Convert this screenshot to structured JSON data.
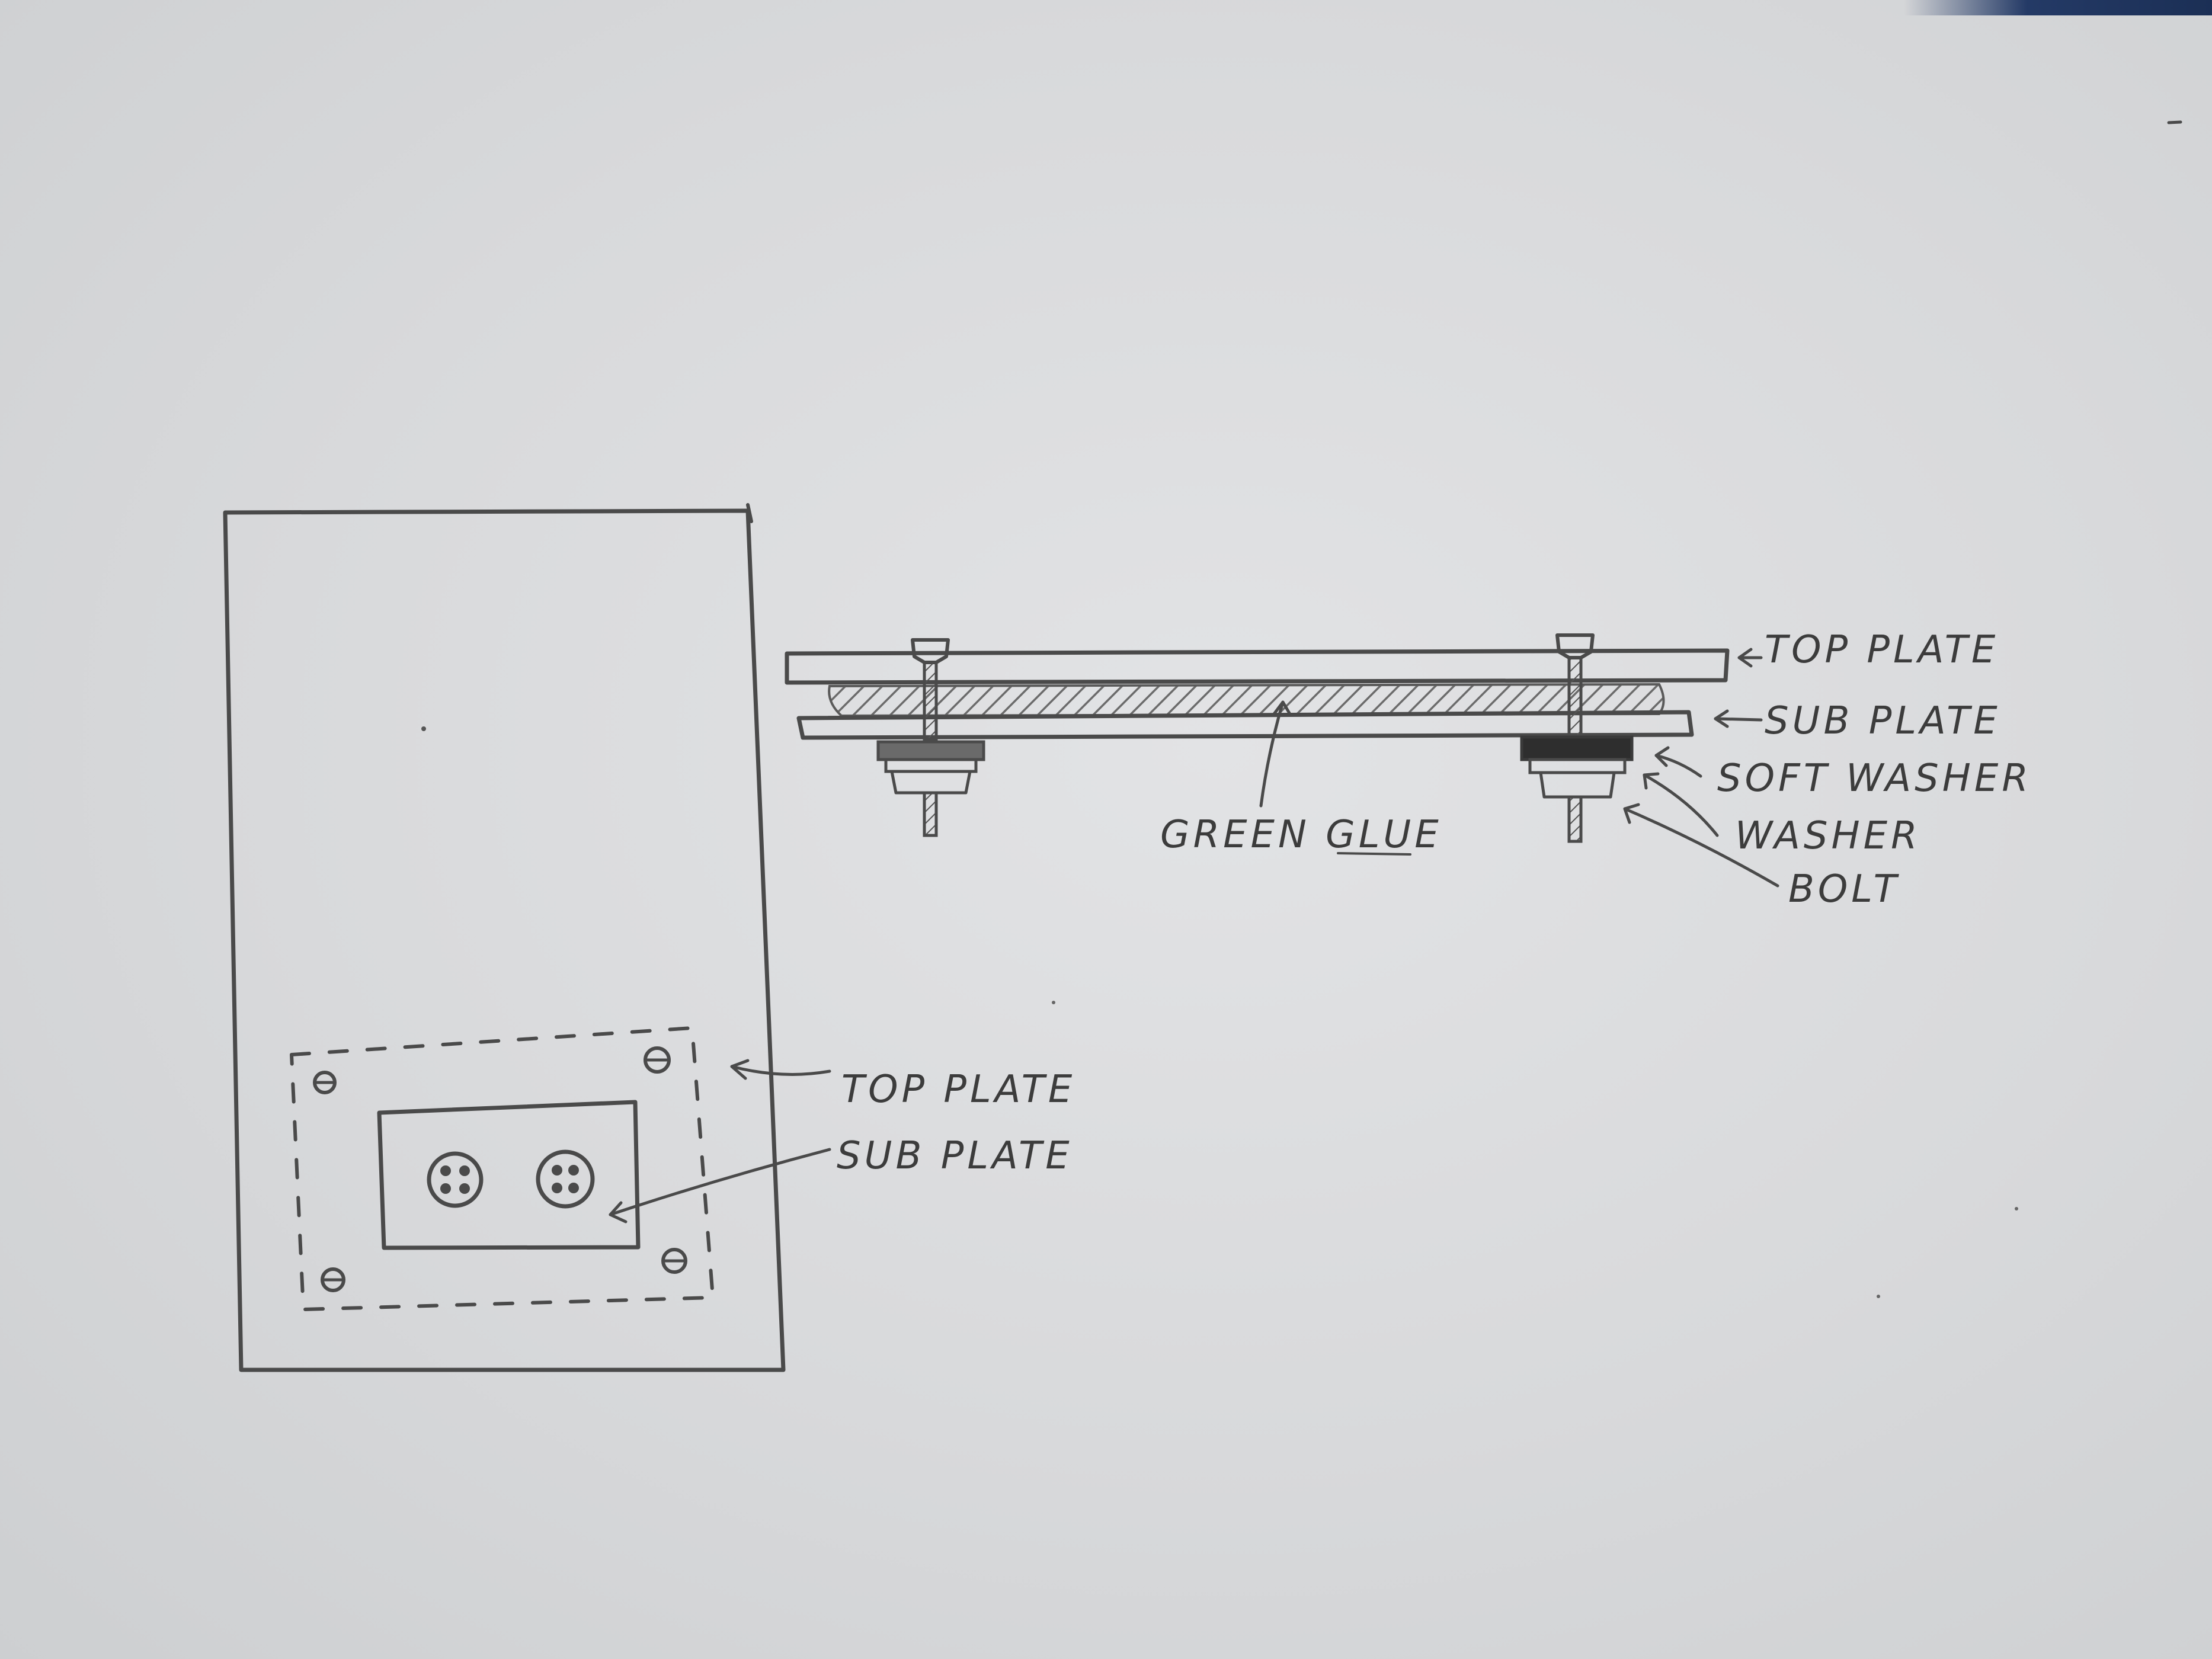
{
  "front_view": {
    "labels": {
      "top_plate": "TOP PLATE",
      "sub_plate": "SUB PLATE"
    }
  },
  "side_view": {
    "labels": {
      "top_plate": "TOP PLATE",
      "sub_plate": "SUB PLATE",
      "soft_washer": "SOFT WASHER",
      "washer": "WASHER",
      "bolt": "BOLT",
      "green_glue": "GREEN GLUE"
    }
  },
  "colors": {
    "paper": "#dcdddf",
    "pencil": "#4a4a4a",
    "corner_fabric": "#1b2f55"
  }
}
